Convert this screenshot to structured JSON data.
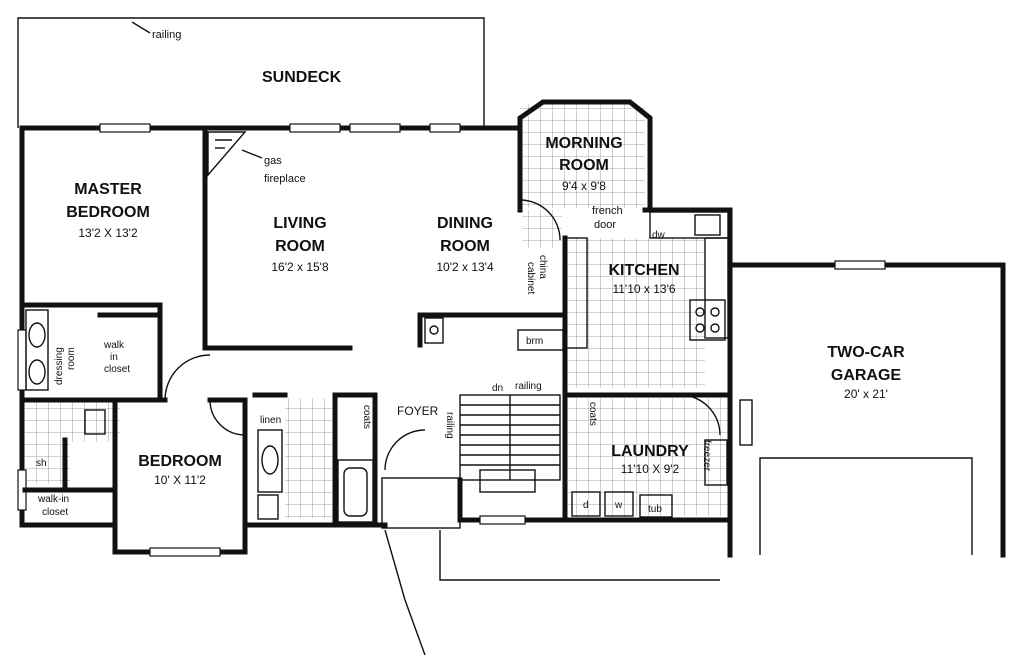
{
  "rooms": {
    "sundeck": {
      "name": "SUNDECK"
    },
    "master_bedroom": {
      "name_line1": "MASTER",
      "name_line2": "BEDROOM",
      "dim": "13'2 X 13'2"
    },
    "living_room": {
      "name_line1": "LIVING",
      "name_line2": "ROOM",
      "dim": "16'2 x 15'8"
    },
    "dining_room": {
      "name_line1": "DINING",
      "name_line2": "ROOM",
      "dim": "10'2 x 13'4"
    },
    "morning_room": {
      "name_line1": "MORNING",
      "name_line2": "ROOM",
      "dim": "9'4 x 9'8"
    },
    "kitchen": {
      "name": "KITCHEN",
      "dim": "11'10 x 13'6"
    },
    "garage": {
      "name_line1": "TWO-CAR",
      "name_line2": "GARAGE",
      "dim": "20' x 21'"
    },
    "bedroom": {
      "name": "BEDROOM",
      "dim": "10' X 11'2"
    },
    "foyer": {
      "name": "FOYER"
    },
    "laundry": {
      "name": "LAUNDRY",
      "dim": "11'10 X 9'2"
    }
  },
  "labels": {
    "railing_top": "railing",
    "gas": "gas",
    "fireplace": "fireplace",
    "french": "french",
    "door": "door",
    "dw": "dw",
    "china": "china",
    "cabinet": "cabinet",
    "dressing": "dressing",
    "room": "room",
    "walk": "walk",
    "in": "in",
    "closet": "closet",
    "sh": "sh",
    "walk_in": "walk-in",
    "linen": "linen",
    "coats_left": "coats",
    "railing_stair": "railing",
    "dn": "dn",
    "railing_right": "railing",
    "brm": "brm",
    "coats_right": "coats",
    "freezer": "freezer",
    "d": "d",
    "w": "w",
    "tub": "tub"
  }
}
